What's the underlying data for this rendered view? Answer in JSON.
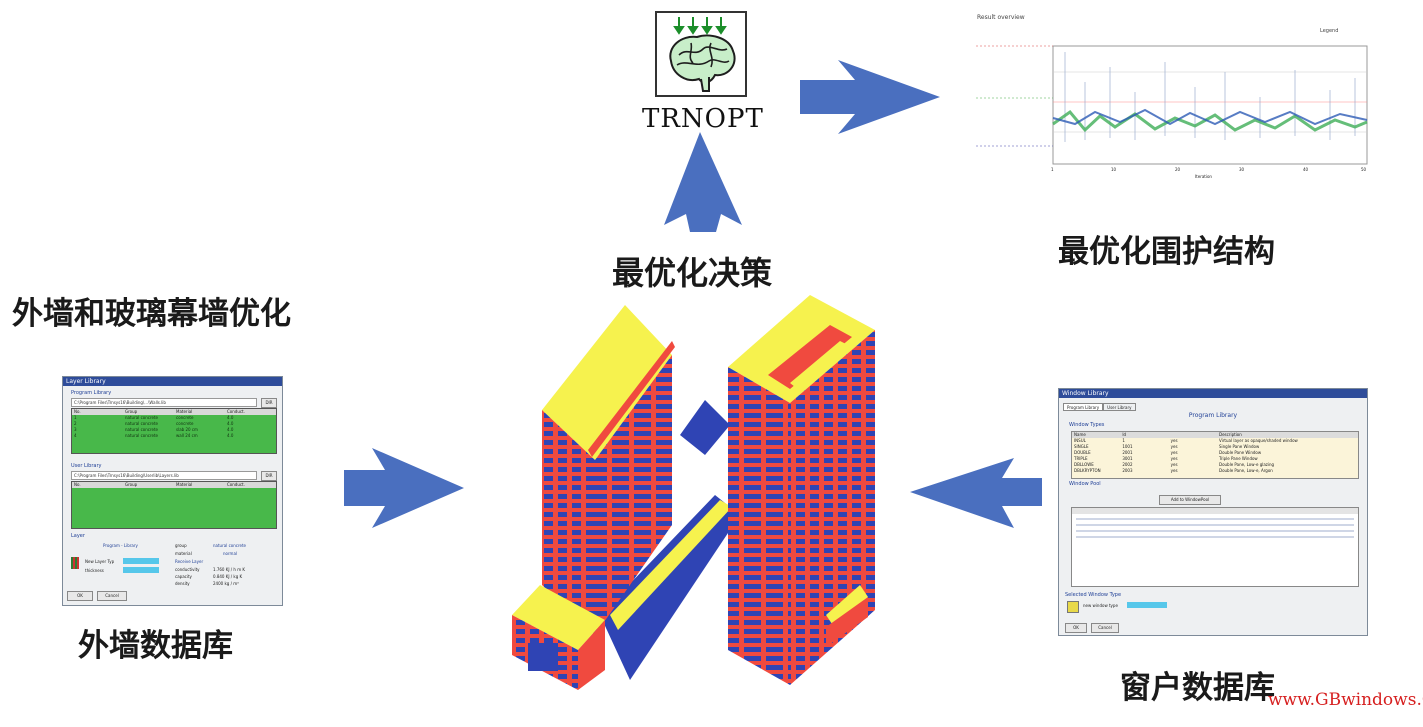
{
  "labels": {
    "trnopt": "TRNOPT",
    "optimal_decision": "最优化决策",
    "optimal_envelope": "最优化围护结构",
    "wall_glass_opt": "外墙和玻璃幕墙优化",
    "wall_db": "外墙数据库",
    "window_db": "窗户数据库",
    "watermark": "www.GBwindows.Cn"
  },
  "layer_library": {
    "title": "Layer Library",
    "program_library": "Program Library",
    "program_path": "C:\\Program Files\\Trnsys16\\Building\\...\\Walls.lib",
    "dir_button": "DIR",
    "columns": [
      "No.",
      "Group",
      "Material",
      "Conduct."
    ],
    "program_rows": [
      [
        "1",
        "natural concrete",
        "concrete",
        "4.0"
      ],
      [
        "2",
        "natural concrete",
        "concrete",
        "4.0"
      ],
      [
        "3",
        "natural concrete",
        "slab 20 cm",
        "4.0"
      ],
      [
        "4",
        "natural concrete",
        "wall 24 cm",
        "4.0"
      ]
    ],
    "user_library": "User Library",
    "user_path": "C:\\Program Files\\Trnsys16\\Building\\Userlib\\Layers.lib",
    "layer_section": "Layer",
    "prog_lib_label": "Program - Library",
    "new_layer_label": "New Layer Typ",
    "thickness_label": "thickness",
    "group_label": "group",
    "group_value": "natural concrete",
    "material_label": "material",
    "material_value": "normal",
    "receive_layer": "Receive Layer",
    "prop_labels": [
      "conductivity",
      "capacity",
      "density"
    ],
    "prop_values": [
      "1.760 KJ / h m K",
      "0.840 KJ / kg K",
      "2400 kg / m³"
    ],
    "ok": "OK",
    "cancel": "Cancel"
  },
  "window_library": {
    "title": "Window Library",
    "tabs": [
      "Program Library",
      "User Library"
    ],
    "heading": "Program Library",
    "window_types": "Window Types",
    "columns": [
      "Name",
      "Id",
      "",
      "Description"
    ],
    "rows": [
      [
        "INSUL",
        "1",
        "yes",
        "Virtual layer as opaque/shaded window"
      ],
      [
        "SINGLE",
        "1001",
        "yes",
        "Single Pane Window"
      ],
      [
        "DOUBLE",
        "2001",
        "yes",
        "Double Pane Window"
      ],
      [
        "TRIPLE",
        "3001",
        "yes",
        "Triple Pane Window"
      ],
      [
        "DBLLOWE",
        "2002",
        "yes",
        "Double Pane, Low-e glazing"
      ],
      [
        "DBLKRYPTON",
        "2003",
        "yes",
        "Double Pane, Low-e, Argon"
      ]
    ],
    "window_pool": "Window Pool",
    "pool_button": "Add to WindowPool",
    "selected_window_type": "Selected Window Type",
    "new_window_type": "new window type",
    "ok": "OK",
    "cancel": "Cancel"
  },
  "result_chart": {
    "title": "Result overview",
    "legend": "Legend",
    "x_label": "Iteration",
    "x_ticks": [
      "1",
      "10",
      "20",
      "30",
      "40",
      "50"
    ]
  },
  "colors": {
    "arrow": "#4a6fbf",
    "building_red": "#f04a3f",
    "building_yellow": "#f6f24e",
    "building_blue": "#2f44b4",
    "grid_green": "#48b84a"
  },
  "icons": [
    "brain-icon",
    "arrow-right",
    "arrow-up",
    "arrow-left"
  ]
}
